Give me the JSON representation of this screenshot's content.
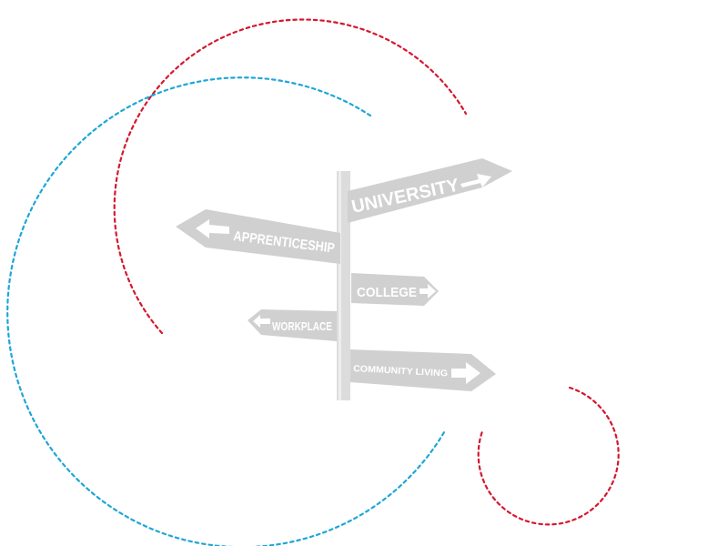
{
  "colors": {
    "background": "#ffffff",
    "red_dotted_arc": "#d4182f",
    "blue_dotted_arc": "#1ea6d6",
    "sign": "#d0d0d0",
    "sign_text": "#ffffff"
  },
  "signpost": {
    "signs": {
      "university": "UNIVERSITY",
      "apprenticeship": "APPRENTICESHIP",
      "college": "COLLEGE",
      "workplace": "WORKPLACE",
      "community_living": "COMMUNITY LIVING"
    }
  }
}
